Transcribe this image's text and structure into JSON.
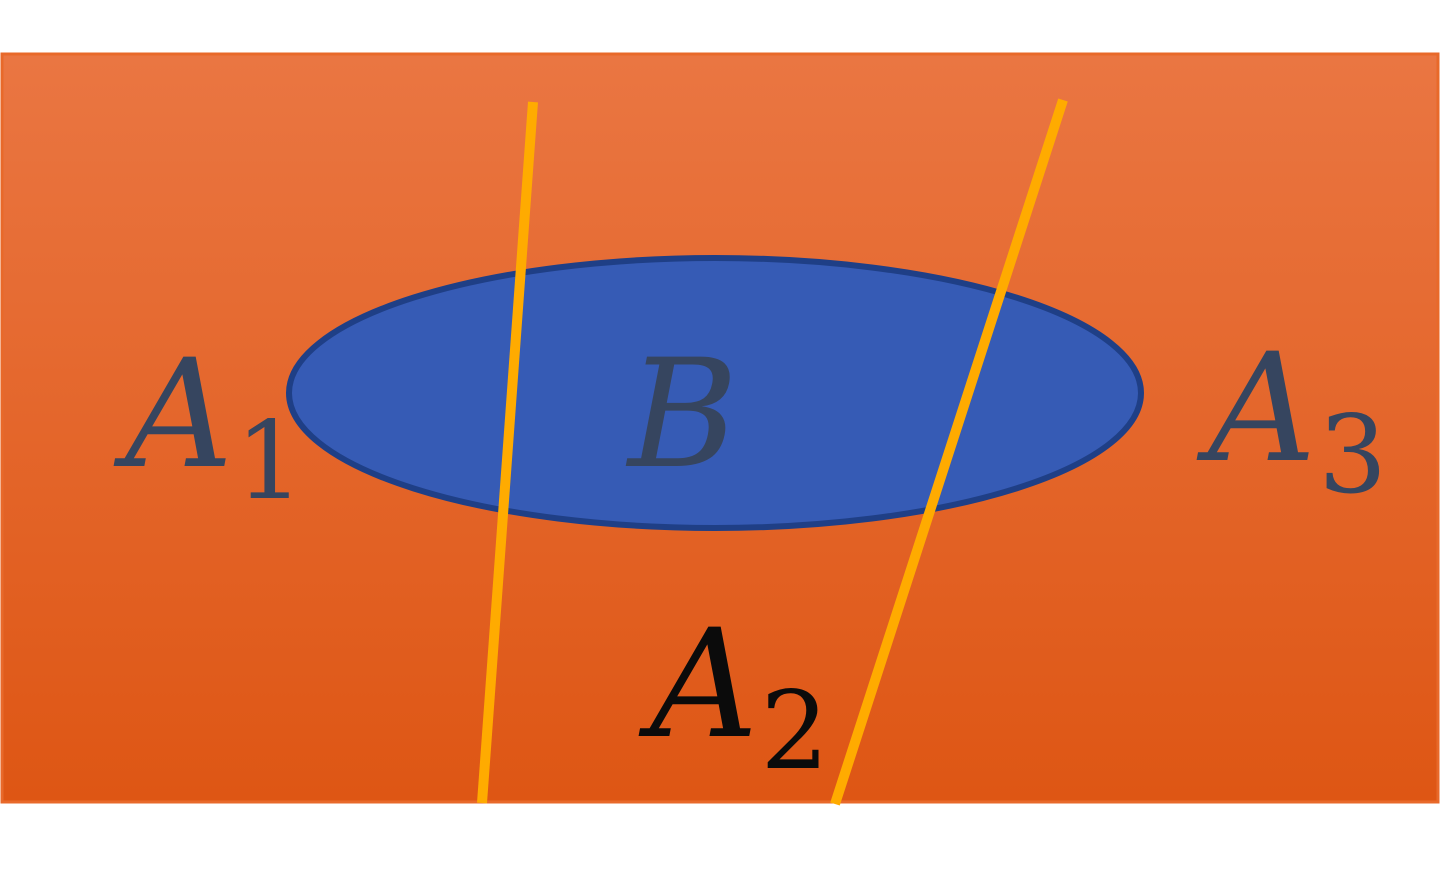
{
  "diagram": {
    "colors": {
      "background": "#ffffff",
      "region_top": "#ea7642",
      "region_bottom": "#de5614",
      "region_border": "#e8692a",
      "ellipse_fill": "#365bb5",
      "ellipse_stroke": "#1f3f86",
      "partition_line": "#ffab00",
      "label_dark": "#36455f",
      "label_black": "#0b0b0b"
    },
    "labels": {
      "a1": {
        "letter": "A",
        "sub": "1"
      },
      "a2": {
        "letter": "A",
        "sub": "2"
      },
      "a3": {
        "letter": "A",
        "sub": "3"
      },
      "b": {
        "letter": "B"
      }
    }
  }
}
